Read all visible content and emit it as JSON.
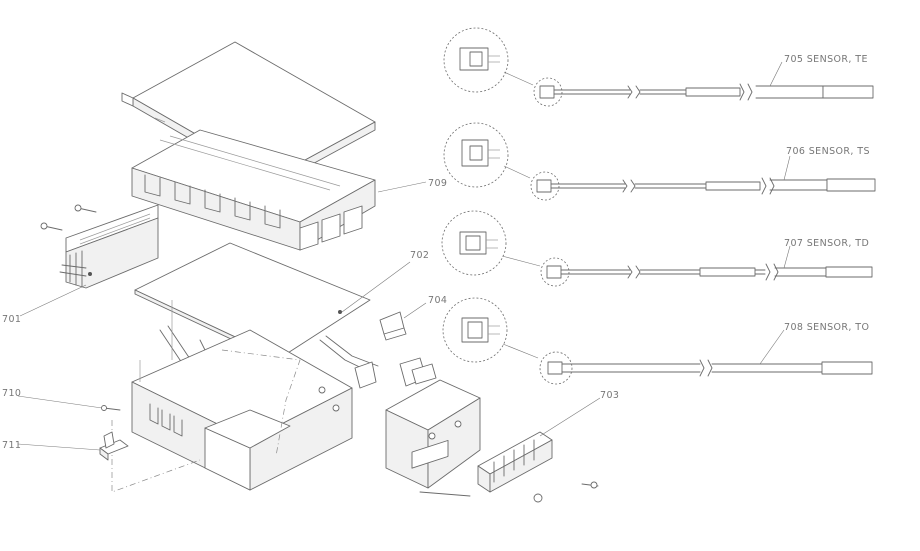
{
  "callouts": {
    "c701": "701",
    "c702": "702",
    "c703": "703",
    "c704": "704",
    "c709": "709",
    "c710": "710",
    "c711": "711"
  },
  "sensors": [
    {
      "label": "705 SENSOR, TE"
    },
    {
      "label": "706 SENSOR, TS"
    },
    {
      "label": "707 SENSOR, TD"
    },
    {
      "label": "708 SENSOR, TO"
    }
  ]
}
